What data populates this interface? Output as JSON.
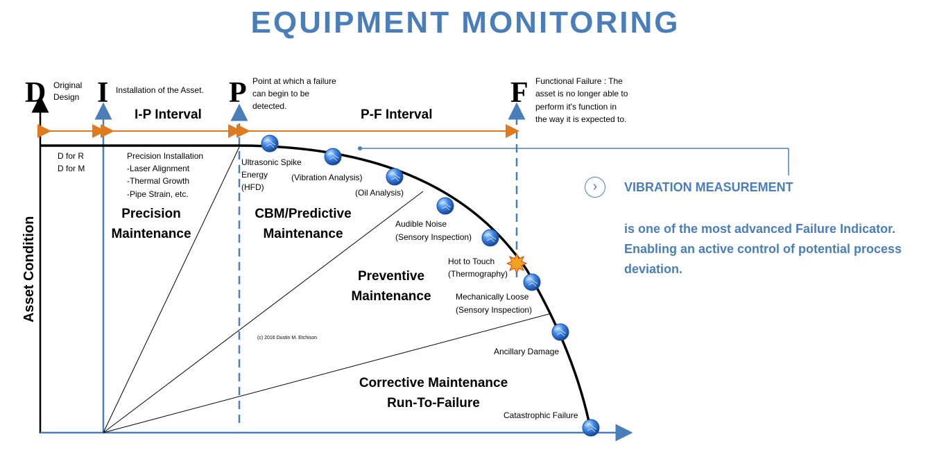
{
  "title": "EQUIPMENT MONITORING",
  "diagram": {
    "y_axis_label": "Asset Condition",
    "milestones": {
      "d": {
        "letter": "D",
        "desc": [
          "Original",
          "Design"
        ]
      },
      "i": {
        "letter": "I",
        "desc": [
          "Installation of the Asset."
        ]
      },
      "p": {
        "letter": "P",
        "desc": [
          "Point at which a failure",
          "can begin to be",
          "detected."
        ]
      },
      "f": {
        "letter": "F",
        "desc": [
          "Functional Failure : The",
          "asset is no longer able to",
          "perform it's function in",
          "the way it is expected to."
        ]
      }
    },
    "intervals": {
      "ip": "I-P Interval",
      "pf": "P-F Interval"
    },
    "d_for": [
      "D for R",
      "D for M"
    ],
    "precision_installation": [
      "Precision Installation",
      "-Laser Alignment",
      "-Thermal Growth",
      "-Pipe Strain, etc."
    ],
    "zones": {
      "precision": [
        "Precision",
        "Maintenance"
      ],
      "cbm": [
        "CBM/Predictive",
        "Maintenance"
      ],
      "preventive": [
        "Preventive",
        "Maintenance"
      ],
      "corrective": [
        "Corrective Maintenance",
        "Run-To-Failure"
      ]
    },
    "indicators": {
      "ultrasonic": [
        "Ultrasonic Spike",
        "Energy",
        "(HFD)"
      ],
      "vibration": [
        "(Vibration Analysis)"
      ],
      "oil": [
        "(Oil Analysis)"
      ],
      "audible": [
        "Audible Noise",
        "(Sensory Inspection)"
      ],
      "hot": [
        "Hot to Touch",
        "(Thermography)"
      ],
      "loose": [
        "Mechanically Loose",
        "(Sensory Inspection)"
      ],
      "ancillary": [
        "Ancillary Damage"
      ],
      "catastrophic": [
        "Catastrophic Failure"
      ]
    },
    "copyright": "(c) 2016 Dustin M. Etchison",
    "colors": {
      "axis": "#4a7ebb",
      "interval_arrow": "#e07a1f",
      "curve": "#000000",
      "globe": "#2f6fd6"
    }
  },
  "callout": {
    "title": "VIBRATION MEASUREMENT",
    "body": [
      "is one of the most advanced Failure Indicator.",
      "Enabling an active control of potential process",
      "deviation."
    ],
    "icon": "chevron-right-circle-icon"
  }
}
